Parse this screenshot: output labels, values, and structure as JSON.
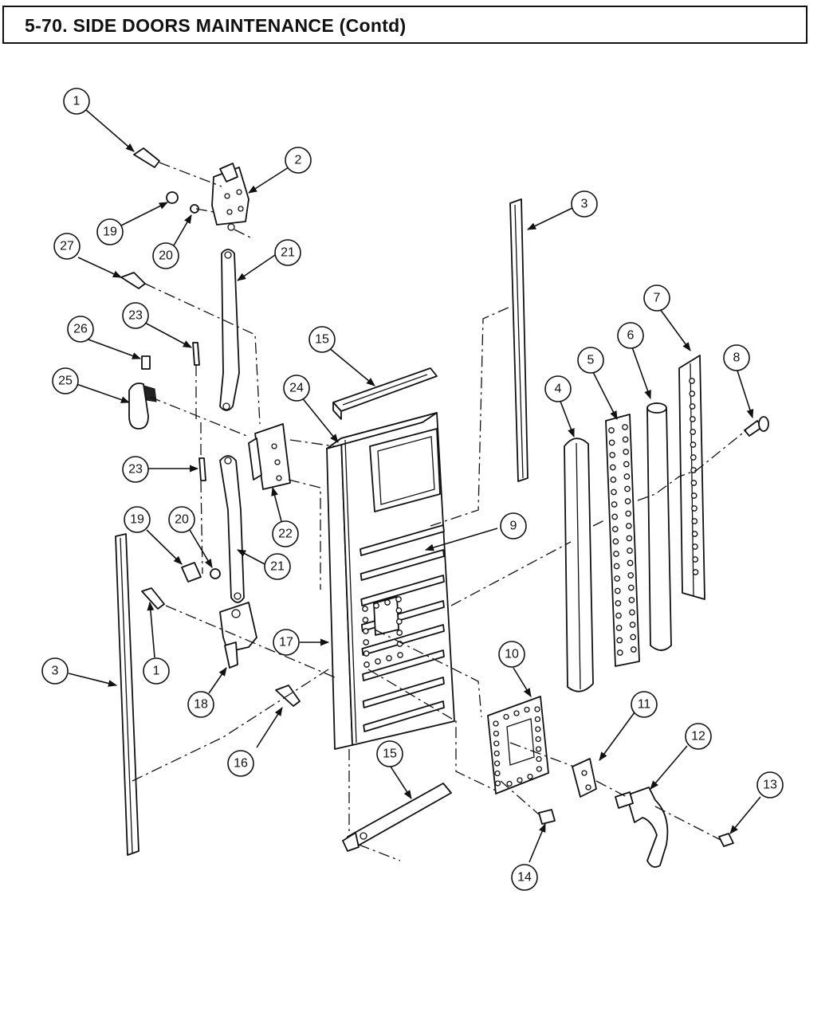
{
  "header": {
    "title": "5-70.  SIDE DOORS MAINTENANCE (Contd)"
  },
  "callouts": [
    {
      "id": "c1a",
      "label": "1"
    },
    {
      "id": "c2",
      "label": "2"
    },
    {
      "id": "c3a",
      "label": "3"
    },
    {
      "id": "c19a",
      "label": "19"
    },
    {
      "id": "c20a",
      "label": "20"
    },
    {
      "id": "c21a",
      "label": "21"
    },
    {
      "id": "c27",
      "label": "27"
    },
    {
      "id": "c23a",
      "label": "23"
    },
    {
      "id": "c26",
      "label": "26"
    },
    {
      "id": "c25",
      "label": "25"
    },
    {
      "id": "c15a",
      "label": "15"
    },
    {
      "id": "c24",
      "label": "24"
    },
    {
      "id": "c7",
      "label": "7"
    },
    {
      "id": "c6",
      "label": "6"
    },
    {
      "id": "c5",
      "label": "5"
    },
    {
      "id": "c4",
      "label": "4"
    },
    {
      "id": "c8",
      "label": "8"
    },
    {
      "id": "c23b",
      "label": "23"
    },
    {
      "id": "c22",
      "label": "22"
    },
    {
      "id": "c19b",
      "label": "19"
    },
    {
      "id": "c20b",
      "label": "20"
    },
    {
      "id": "c21b",
      "label": "21"
    },
    {
      "id": "c9",
      "label": "9"
    },
    {
      "id": "c17",
      "label": "17"
    },
    {
      "id": "c3b",
      "label": "3"
    },
    {
      "id": "c1b",
      "label": "1"
    },
    {
      "id": "c18",
      "label": "18"
    },
    {
      "id": "c10",
      "label": "10"
    },
    {
      "id": "c11",
      "label": "11"
    },
    {
      "id": "c12",
      "label": "12"
    },
    {
      "id": "c16",
      "label": "16"
    },
    {
      "id": "c15b",
      "label": "15"
    },
    {
      "id": "c13",
      "label": "13"
    },
    {
      "id": "c14",
      "label": "14"
    }
  ]
}
